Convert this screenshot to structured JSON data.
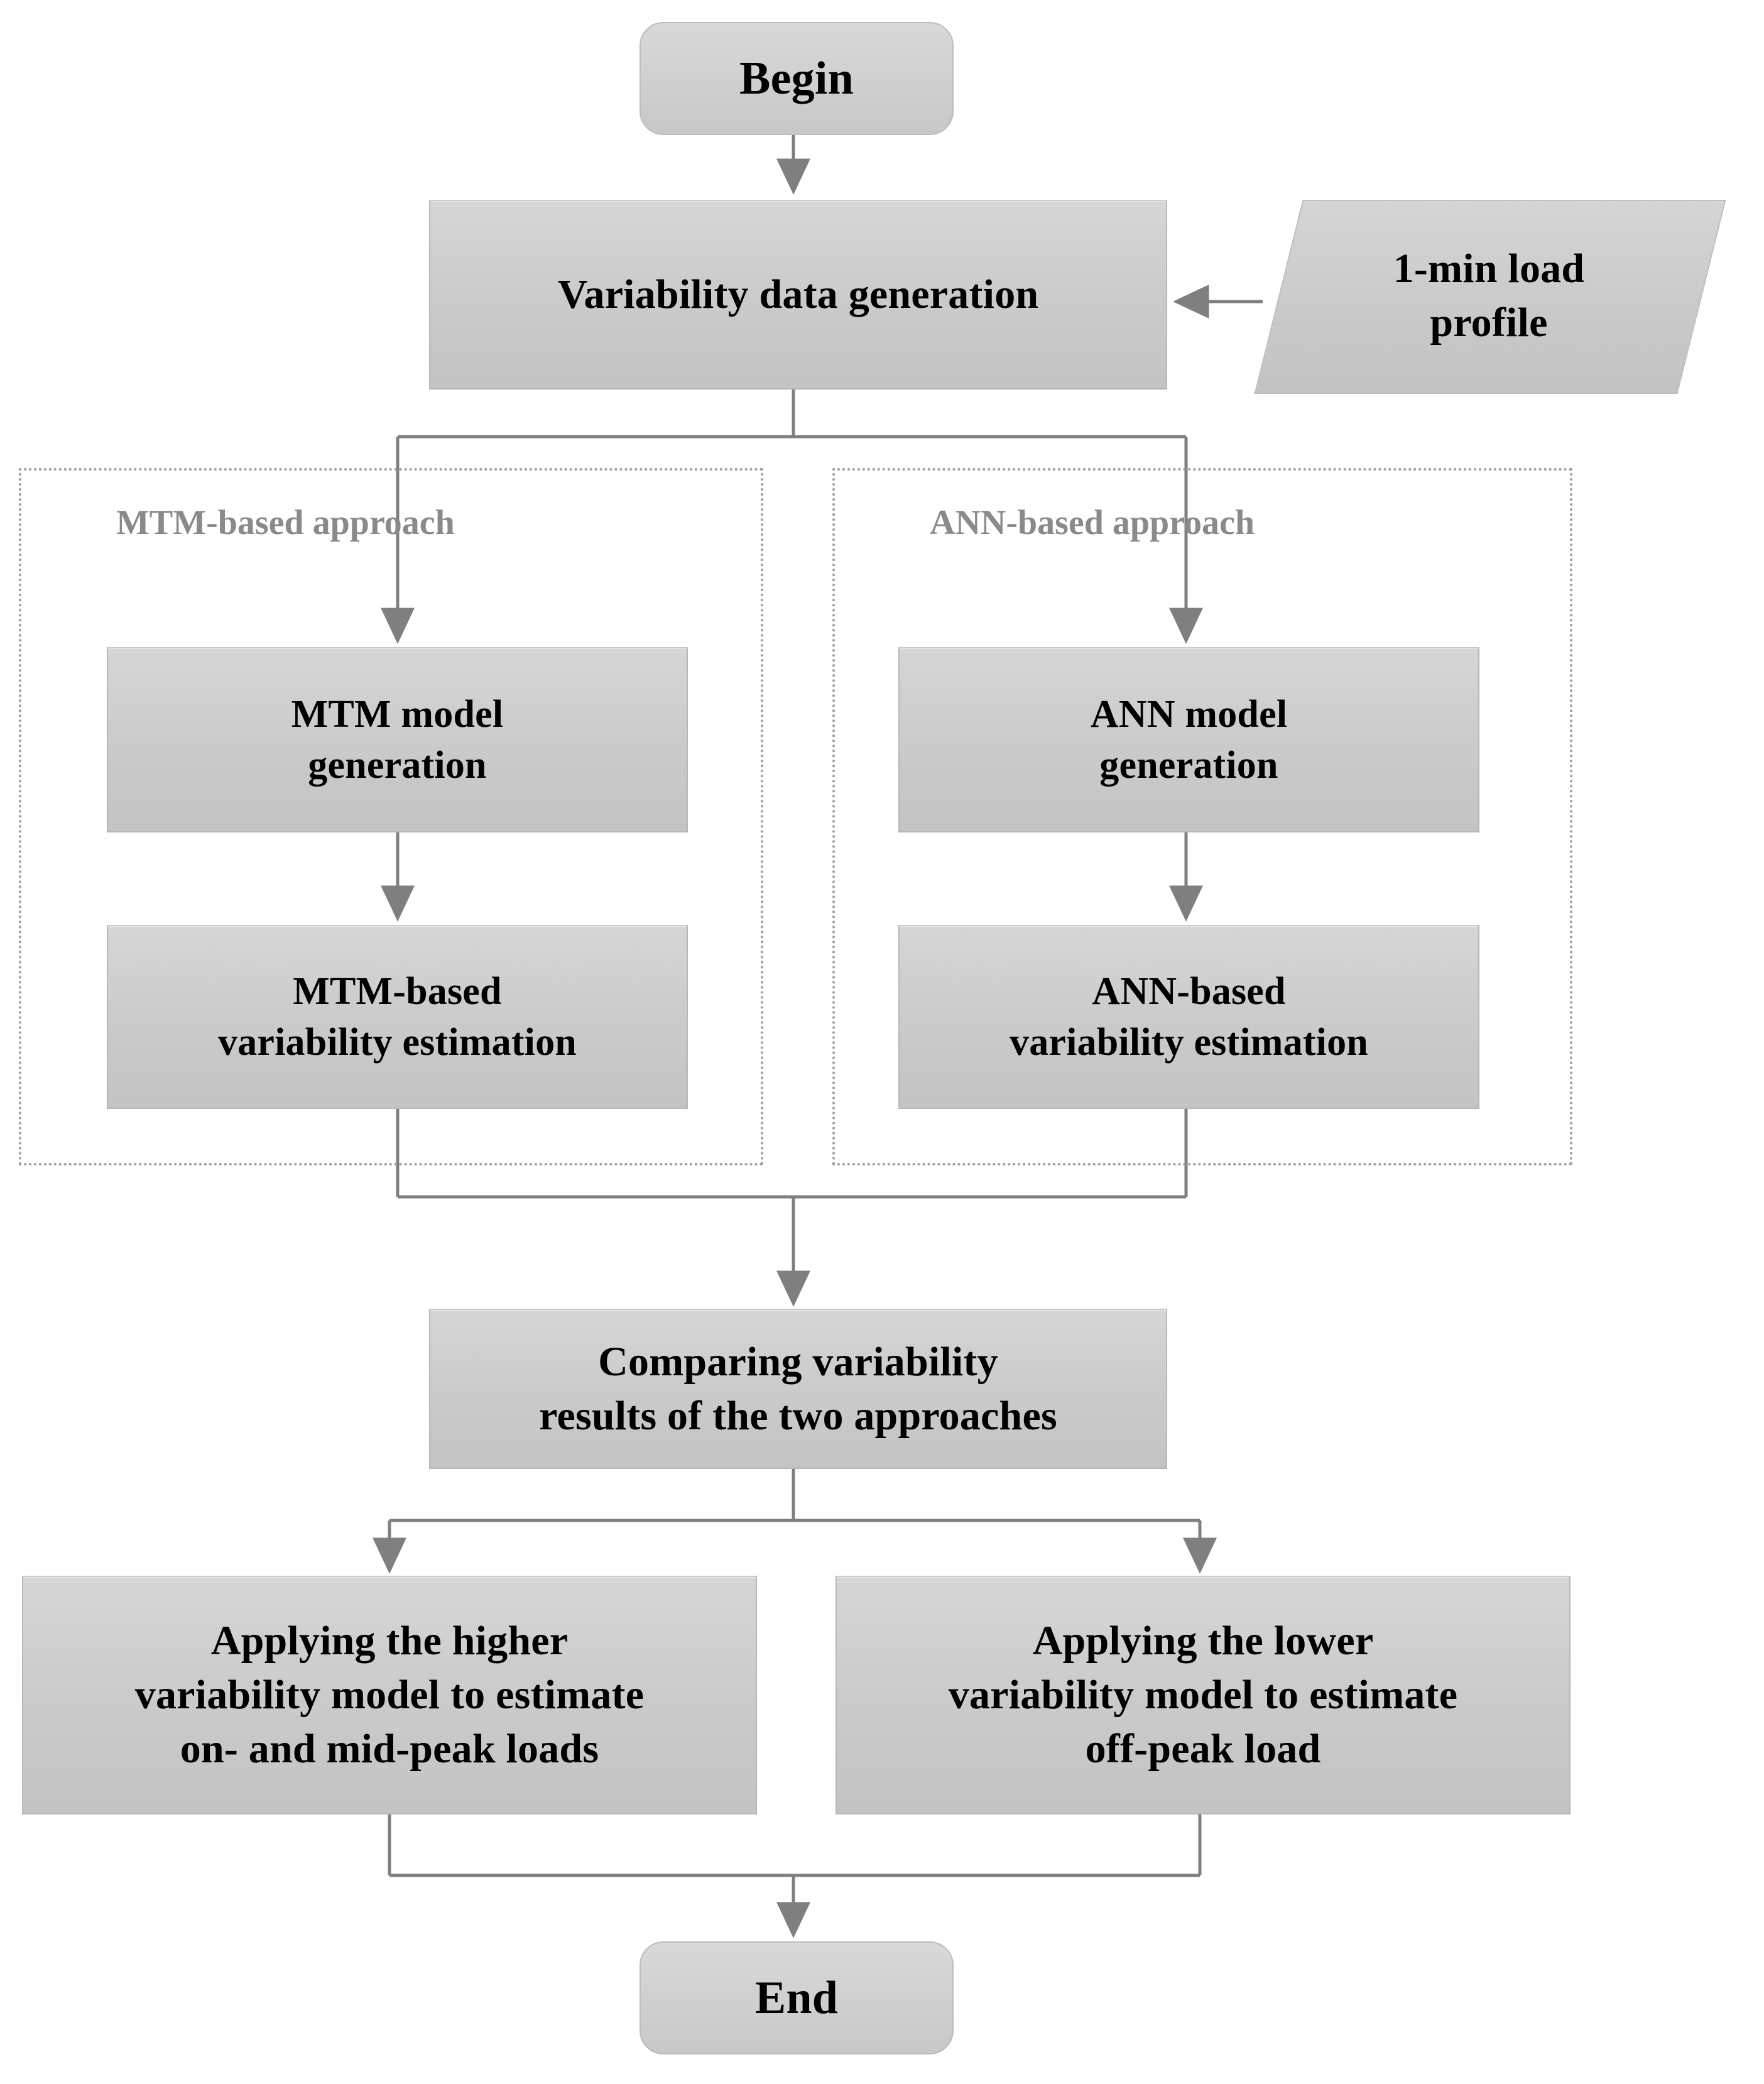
{
  "diagram": {
    "title": "Variability estimation methodology flowchart",
    "colors": {
      "node_fill": "#cccccc",
      "node_border": "#bdbdbd",
      "connector": "#7f7f7f",
      "group_border": "#9d9d9d",
      "group_label": "#8a8a8a",
      "text": "#000000",
      "background": "#ffffff"
    },
    "nodes": {
      "begin": {
        "label": "Begin",
        "shape": "terminator"
      },
      "variability_data_generation": {
        "label": "Variability  data generation",
        "shape": "process"
      },
      "load_profile": {
        "label_line1": "1-min load",
        "label_line2": "profile",
        "shape": "data"
      },
      "mtm_model_generation": {
        "label_line1": "MTM model",
        "label_line2": "generation",
        "shape": "process"
      },
      "mtm_variability_estimation": {
        "label_line1": "MTM-based",
        "label_line2": "variability  estimation",
        "shape": "process"
      },
      "ann_model_generation": {
        "label_line1": "ANN model",
        "label_line2": "generation",
        "shape": "process"
      },
      "ann_variability_estimation": {
        "label_line1": "ANN-based",
        "label_line2": "variability  estimation",
        "shape": "process"
      },
      "comparing_results": {
        "label_line1": "Comparing variability",
        "label_line2": "results of the two approaches",
        "shape": "process"
      },
      "apply_higher": {
        "label_line1": "Applying the higher",
        "label_line2": "variability model to estimate",
        "label_line3": "on- and mid-peak loads",
        "shape": "process"
      },
      "apply_lower": {
        "label_line1": "Applying the lower",
        "label_line2": "variability model to estimate",
        "label_line3": "off-peak load",
        "shape": "process"
      },
      "end": {
        "label": "End",
        "shape": "terminator"
      }
    },
    "groups": {
      "mtm_group": {
        "label": "MTM-based approach"
      },
      "ann_group": {
        "label": "ANN-based approach"
      }
    }
  }
}
